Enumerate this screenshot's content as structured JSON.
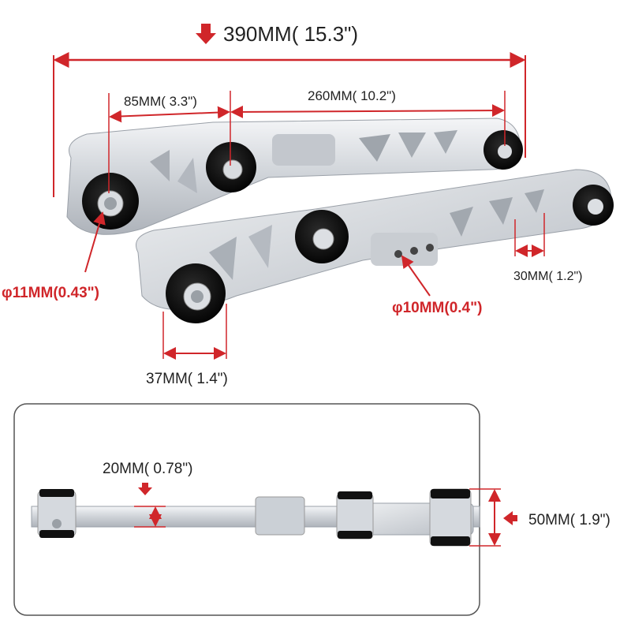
{
  "colors": {
    "accent_red": "#d0262a",
    "silver": "#cfd3d8",
    "bushing": "#111111"
  },
  "labels": {
    "overall_length": "390MM(  15.3\")",
    "left_offset": "85MM(  3.3\")",
    "center_span": "260MM(  10.2\")",
    "bushing_hole": "φ11MM(0.43\")",
    "adjust_hole": "φ10MM(0.4\")",
    "end_width": "30MM(  1.2\")",
    "bushing_width": "37MM(  1.4\")",
    "bar_thickness": "20MM(  0.78\")",
    "total_height": "50MM(  1.9\")"
  }
}
